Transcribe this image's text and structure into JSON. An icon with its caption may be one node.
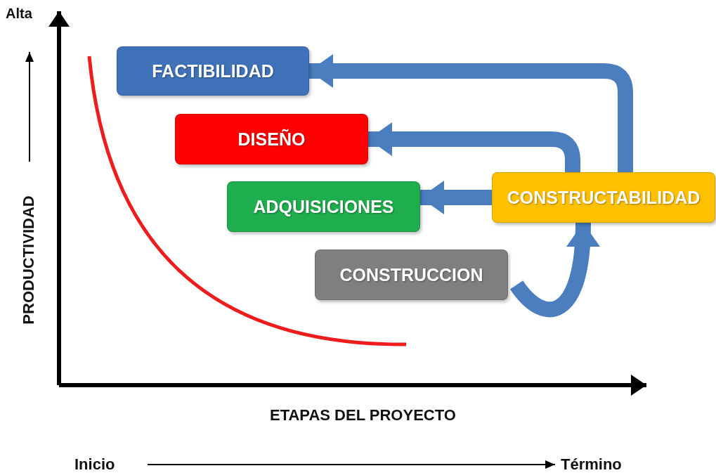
{
  "diagram": {
    "nodes": [
      {
        "text": [
          "FACTIBILIDAD"
        ]
      },
      {
        "text": [
          "DISEÑO"
        ]
      },
      {
        "text": [
          "ADQUISICIONES"
        ]
      },
      {
        "text": [
          "CONSTRUCCION"
        ]
      },
      {
        "text": [
          "CONSTRUCTABILIDAD"
        ]
      }
    ],
    "edges": [
      {
        "from": 4,
        "to": 0,
        "arrow": "to"
      },
      {
        "from": 4,
        "to": 1,
        "arrow": "to"
      },
      {
        "from": 4,
        "to": 2,
        "arrow": "to"
      },
      {
        "from": 3,
        "to": 4,
        "arrow": "to"
      }
    ],
    "labels": [
      "Alta",
      "PRODUCTIVIDAD",
      "ETAPAS DEL PROYECTO",
      "Inicio",
      "Término"
    ]
  }
}
